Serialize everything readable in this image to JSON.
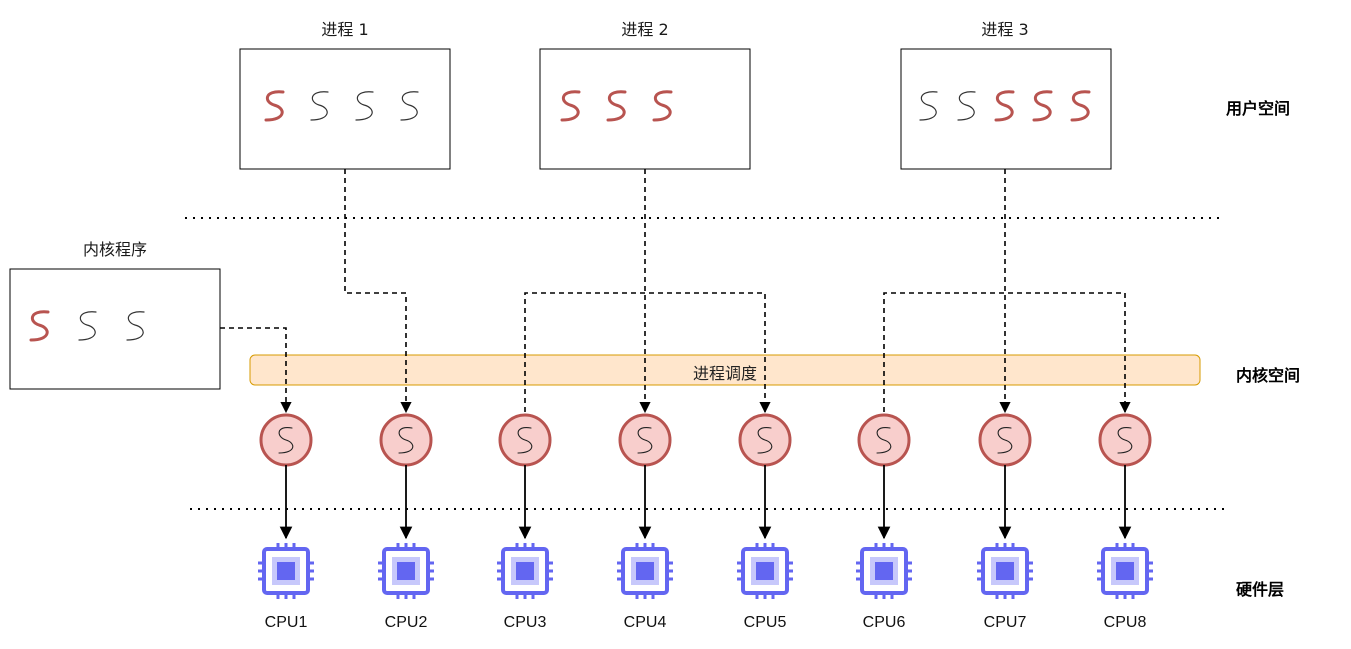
{
  "processes": [
    {
      "label": "进程 1",
      "threads": [
        "red",
        "dark",
        "dark",
        "dark"
      ]
    },
    {
      "label": "进程 2",
      "threads": [
        "red",
        "red",
        "red"
      ]
    },
    {
      "label": "进程 3",
      "threads": [
        "dark",
        "dark",
        "red",
        "red",
        "red"
      ]
    }
  ],
  "kernel_program": {
    "label": "内核程序",
    "threads": [
      "red",
      "dark",
      "dark"
    ]
  },
  "scheduler": {
    "label": "进程调度"
  },
  "zones": {
    "user_space": "用户空间",
    "kernel_space": "内核空间",
    "hardware": "硬件层"
  },
  "cpus": [
    {
      "label": "CPU1"
    },
    {
      "label": "CPU2"
    },
    {
      "label": "CPU3"
    },
    {
      "label": "CPU4"
    },
    {
      "label": "CPU5"
    },
    {
      "label": "CPU6"
    },
    {
      "label": "CPU7"
    },
    {
      "label": "CPU8"
    }
  ],
  "colors": {
    "thread_red": "#b85450",
    "thread_dark": "#333333",
    "kthread_fill": "#f8cecc",
    "kthread_stroke": "#b85450",
    "scheduler_fill": "#ffe6cc",
    "scheduler_stroke": "#d79b00",
    "cpu": "#6366f1"
  }
}
